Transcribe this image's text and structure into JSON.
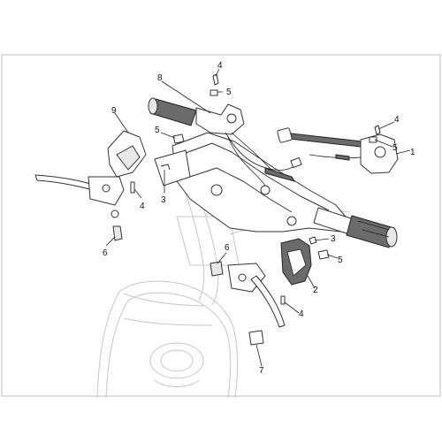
{
  "diagram": {
    "border_color": "#bdbdbd",
    "callouts": [
      {
        "id": "c8",
        "label": "8"
      },
      {
        "id": "c4a",
        "label": "4"
      },
      {
        "id": "c5a",
        "label": "5"
      },
      {
        "id": "c9",
        "label": "9"
      },
      {
        "id": "c5b",
        "label": "5"
      },
      {
        "id": "c3a",
        "label": "3"
      },
      {
        "id": "c4b",
        "label": "4"
      },
      {
        "id": "c6a",
        "label": "6"
      },
      {
        "id": "c4c",
        "label": "4"
      },
      {
        "id": "c5c",
        "label": "5"
      },
      {
        "id": "c1",
        "label": "1"
      },
      {
        "id": "c3b",
        "label": "3"
      },
      {
        "id": "c5d",
        "label": "5"
      },
      {
        "id": "c2",
        "label": "2"
      },
      {
        "id": "c6b",
        "label": "6"
      },
      {
        "id": "c4d",
        "label": "4"
      },
      {
        "id": "c7",
        "label": "7"
      }
    ]
  }
}
